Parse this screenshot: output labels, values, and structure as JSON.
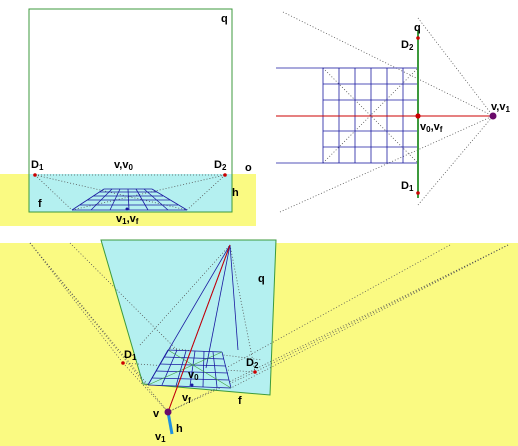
{
  "colors": {
    "ground": "#fafa82",
    "sky": "#b4f0f0",
    "green": "#3c9a3c",
    "grid": "#1a1aa0",
    "red": "#cc0000",
    "dots": "#555555",
    "viewer": "#6a0a6a",
    "blue_h": "#2090e0"
  },
  "labels": {
    "q": "q",
    "o": "o",
    "h": "h",
    "f": "f",
    "v": "v",
    "v1": "v",
    "sub_1": "1",
    "sub_0": "0",
    "sub_f": "f",
    "sub_2": "2",
    "D": "D",
    "comma_v": ",v",
    "v_comma_v": "v,v"
  }
}
